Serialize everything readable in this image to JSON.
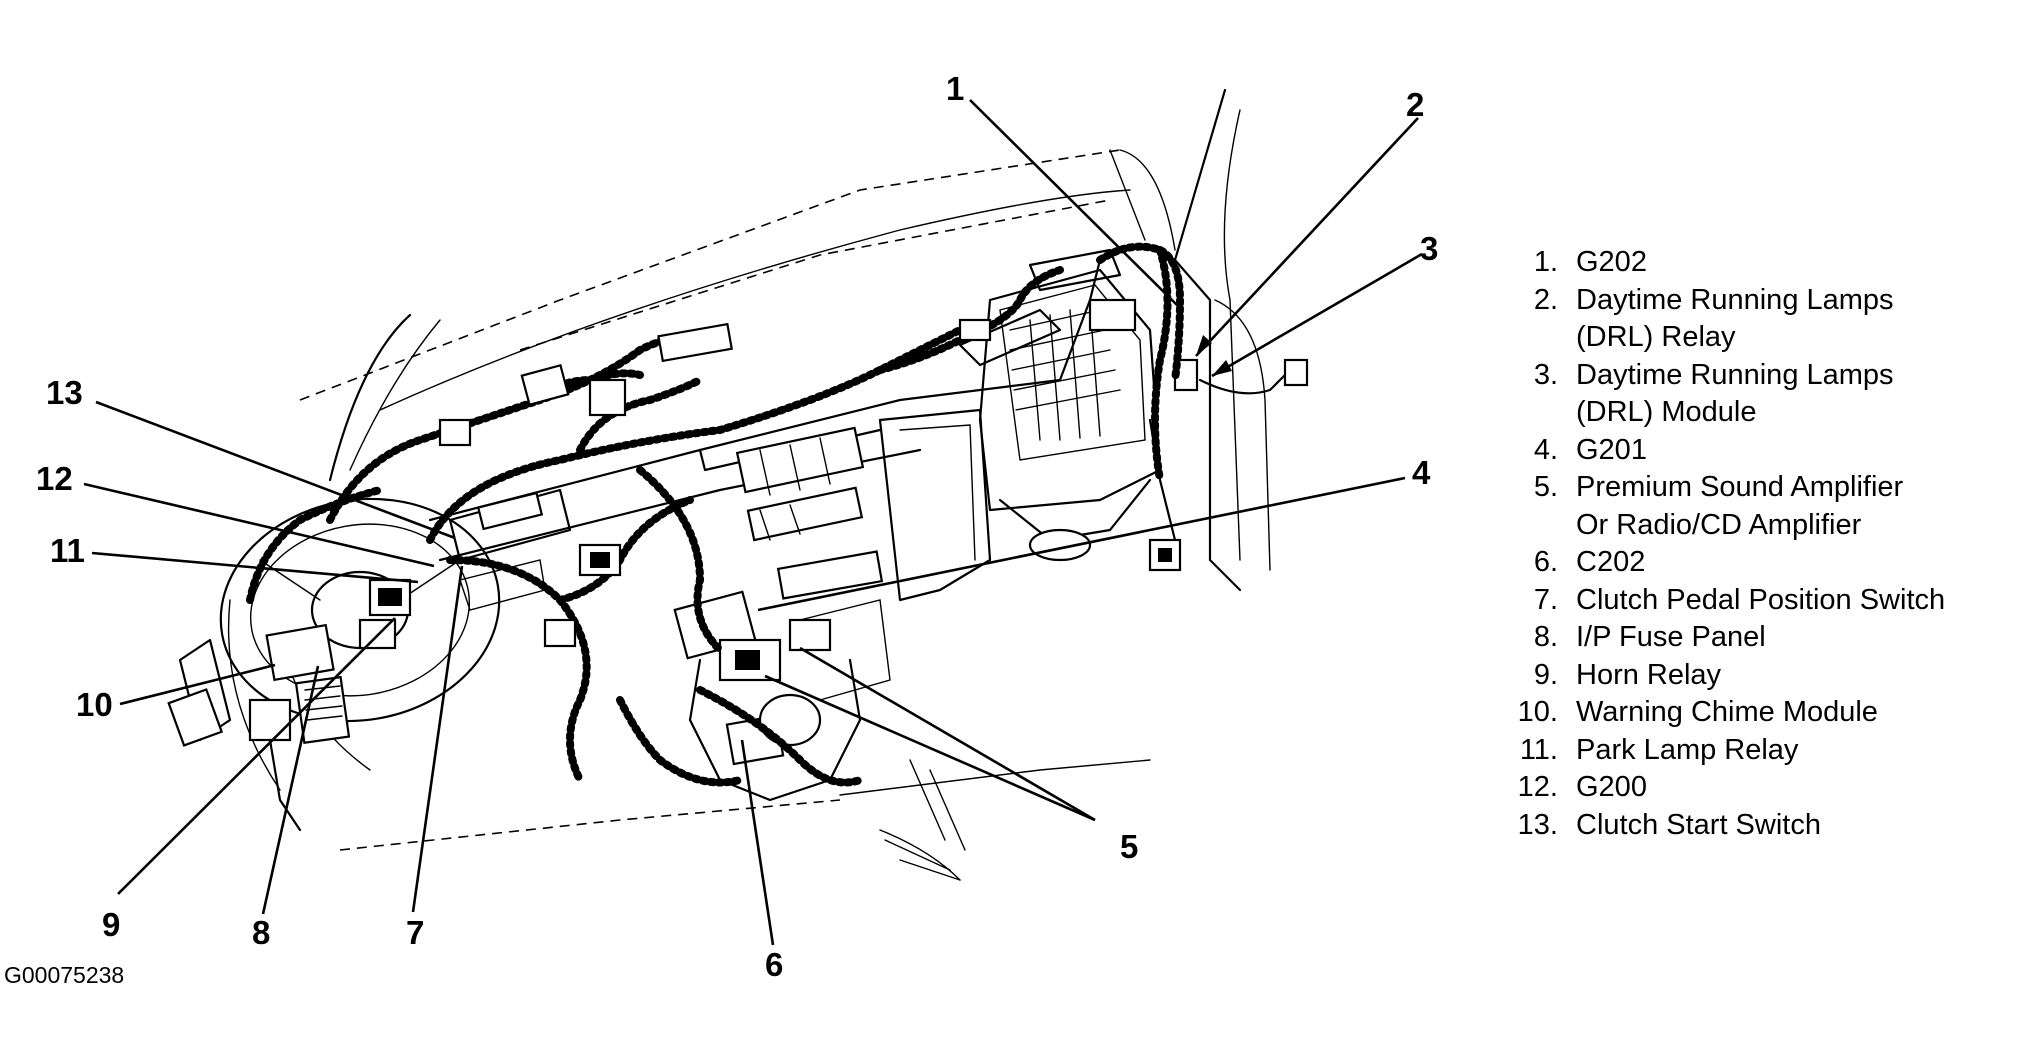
{
  "figure_id": "G00075238",
  "callouts": [
    "1",
    "2",
    "3",
    "4",
    "5",
    "6",
    "7",
    "8",
    "9",
    "10",
    "11",
    "12",
    "13"
  ],
  "legend": [
    {
      "num": "1.",
      "lines": [
        "G202"
      ]
    },
    {
      "num": "2.",
      "lines": [
        "Daytime Running Lamps",
        "(DRL) Relay"
      ]
    },
    {
      "num": "3.",
      "lines": [
        "Daytime Running Lamps",
        "(DRL) Module"
      ]
    },
    {
      "num": "4.",
      "lines": [
        "G201"
      ]
    },
    {
      "num": "5.",
      "lines": [
        "Premium Sound Amplifier",
        "Or Radio/CD Amplifier"
      ]
    },
    {
      "num": "6.",
      "lines": [
        "C202"
      ]
    },
    {
      "num": "7.",
      "lines": [
        "Clutch Pedal Position Switch"
      ]
    },
    {
      "num": "8.",
      "lines": [
        "I/P Fuse Panel"
      ]
    },
    {
      "num": "9.",
      "lines": [
        "Horn Relay"
      ]
    },
    {
      "num": "10.",
      "lines": [
        "Warning Chime Module"
      ]
    },
    {
      "num": "11.",
      "lines": [
        "Park Lamp Relay"
      ]
    },
    {
      "num": "12.",
      "lines": [
        "G200"
      ]
    },
    {
      "num": "13.",
      "lines": [
        "Clutch Start Switch"
      ]
    }
  ]
}
